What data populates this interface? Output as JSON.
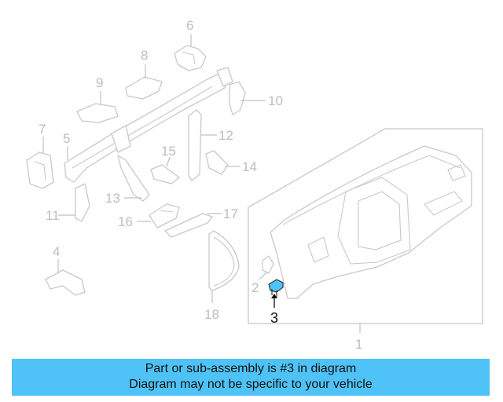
{
  "diagram": {
    "callouts": [
      "1",
      "2",
      "3",
      "4",
      "5",
      "6",
      "7",
      "8",
      "9",
      "10",
      "11",
      "12",
      "13",
      "14",
      "15",
      "16",
      "17",
      "18"
    ],
    "highlighted_part": "3",
    "highlight_color": "#4fc3f7",
    "line_color": "#c8c8c8"
  },
  "banner": {
    "line1": "Part or sub-assembly is #3 in diagram",
    "line2": "Diagram may not be specific to your vehicle",
    "background": "#4fc3f7"
  }
}
